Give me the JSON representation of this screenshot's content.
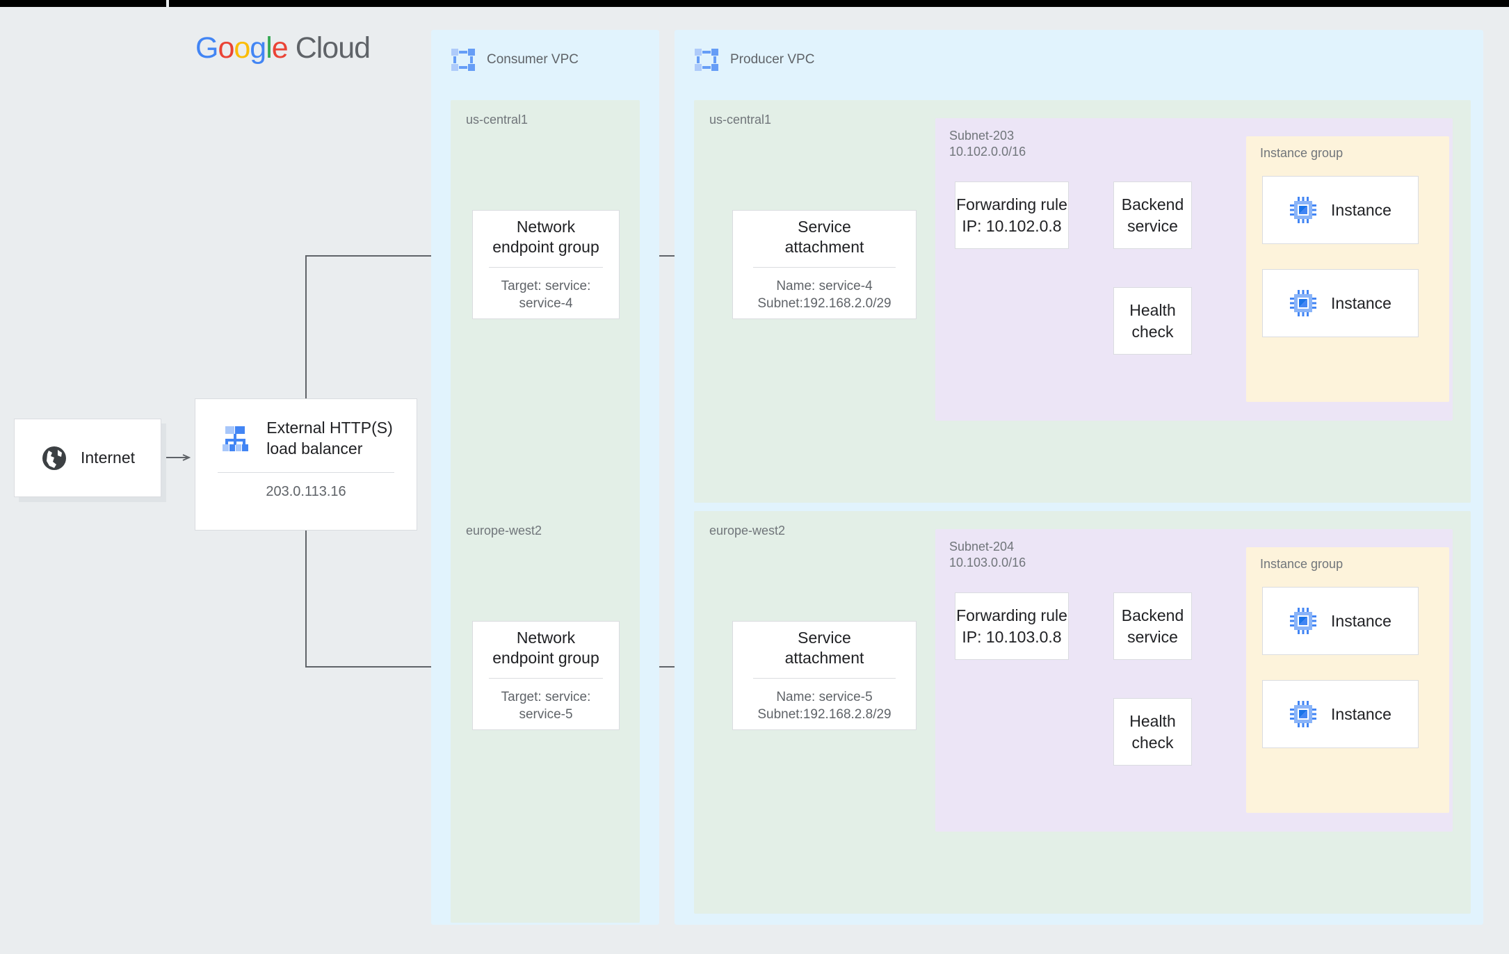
{
  "brand": {
    "logo_letters": [
      "G",
      "o",
      "o",
      "g",
      "l",
      "e"
    ],
    "logo_suffix": "Cloud",
    "colors": {
      "blue": "#4285F4",
      "red": "#EA4335",
      "yellow": "#FBBC05",
      "green": "#34A853"
    }
  },
  "internet": {
    "label": "Internet",
    "icon": "globe-icon"
  },
  "load_balancer": {
    "title": "External HTTP(S)\nload balancer",
    "ip": "203.0.113.16",
    "icon": "load-balancer-icon"
  },
  "consumer_vpc": {
    "title": "Consumer VPC",
    "icon": "vpc-icon",
    "regions": [
      {
        "name": "us-central1",
        "neg": {
          "title": "Network\nendpoint group",
          "detail": "Target: service:\nservice-4"
        }
      },
      {
        "name": "europe-west2",
        "neg": {
          "title": "Network\nendpoint group",
          "detail": "Target: service:\nservice-5"
        }
      }
    ]
  },
  "producer_vpc": {
    "title": "Producer VPC",
    "icon": "vpc-icon",
    "regions": [
      {
        "name": "us-central1",
        "service_attachment": {
          "title": "Service\nattachment",
          "detail": "Name: service-4\nSubnet:192.168.2.0/29"
        },
        "subnet": {
          "label": "Subnet-203\n10.102.0.0/16"
        },
        "forwarding_rule": {
          "title": "Forwarding rule\nIP: 10.102.0.8"
        },
        "backend_service": {
          "title": "Backend\nservice"
        },
        "health_check": {
          "title": "Health\ncheck"
        },
        "instance_group": {
          "label": "Instance group",
          "instances": [
            {
              "label": "Instance",
              "icon": "instance-chip-icon"
            },
            {
              "label": "Instance",
              "icon": "instance-chip-icon"
            }
          ]
        }
      },
      {
        "name": "europe-west2",
        "service_attachment": {
          "title": "Service\nattachment",
          "detail": "Name: service-5\nSubnet:192.168.2.8/29"
        },
        "subnet": {
          "label": "Subnet-204\n10.103.0.0/16"
        },
        "forwarding_rule": {
          "title": "Forwarding rule\nIP: 10.103.0.8"
        },
        "backend_service": {
          "title": "Backend\nservice"
        },
        "health_check": {
          "title": "Health\ncheck"
        },
        "instance_group": {
          "label": "Instance group",
          "instances": [
            {
              "label": "Instance",
              "icon": "instance-chip-icon"
            },
            {
              "label": "Instance",
              "icon": "instance-chip-icon"
            }
          ]
        }
      }
    ]
  },
  "palette": {
    "page_background": "#eaedef",
    "vpc_fill": "#e1f3fd",
    "region_fill": "#e3efe7",
    "subnet_fill": "#ece5f6",
    "instance_group_fill": "#fdf3db",
    "card_border": "#dadce0",
    "connector": "#5f6368",
    "text_primary": "#202124",
    "text_secondary": "#5f6368"
  }
}
